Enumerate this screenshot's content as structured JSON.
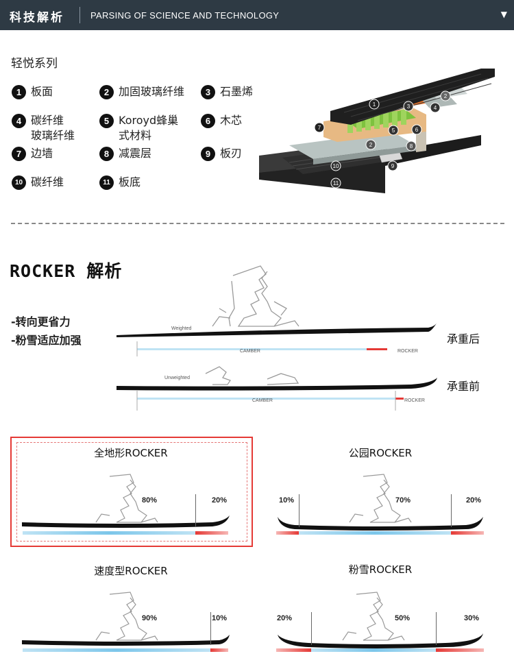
{
  "header": {
    "title_cn": "科技解析",
    "title_en": "PARSING OF SCIENCE AND TECHNOLOGY",
    "caret": "▼"
  },
  "series_title": "轻悦系列",
  "layers": [
    {
      "num": "1",
      "label": "板面"
    },
    {
      "num": "2",
      "label": "加固玻璃纤维"
    },
    {
      "num": "3",
      "label": "石墨烯"
    },
    {
      "num": "4",
      "label": "碳纤维\n玻璃纤维"
    },
    {
      "num": "5",
      "label": "Koroyd蜂巢\n式材料"
    },
    {
      "num": "6",
      "label": "木芯"
    },
    {
      "num": "7",
      "label": "边墙"
    },
    {
      "num": "8",
      "label": "减震层"
    },
    {
      "num": "9",
      "label": "板刃"
    },
    {
      "num": "10",
      "label": "碳纤维"
    },
    {
      "num": "11",
      "label": "板底"
    }
  ],
  "rocker": {
    "title": "ROCKER 解析",
    "bullets": [
      "-转向更省力",
      "-粉雪适应加强"
    ],
    "weighted": {
      "tag": "Weighted",
      "camber": "CAMBER",
      "rocker": "ROCKER",
      "side": "承重后"
    },
    "unweighted": {
      "tag": "Unweighted",
      "camber": "CAMBER",
      "rocker": "ROCKER",
      "side": "承重前"
    }
  },
  "types": [
    {
      "name": "全地形ROCKER",
      "left_pct": "",
      "mid_pct": "80%",
      "right_pct": "20%",
      "highlight": true
    },
    {
      "name": "公园ROCKER",
      "left_pct": "10%",
      "mid_pct": "70%",
      "right_pct": "20%",
      "highlight": false
    },
    {
      "name": "速度型ROCKER",
      "left_pct": "",
      "mid_pct": "90%",
      "right_pct": "10%",
      "highlight": false
    },
    {
      "name": "粉雪ROCKER",
      "left_pct": "20%",
      "mid_pct": "50%",
      "right_pct": "30%",
      "highlight": false
    }
  ],
  "colors": {
    "header_bg": "#2e3a44",
    "camber_blue": "#7cc6ea",
    "rocker_red": "#e53935",
    "highlight_red": "#e53935"
  }
}
